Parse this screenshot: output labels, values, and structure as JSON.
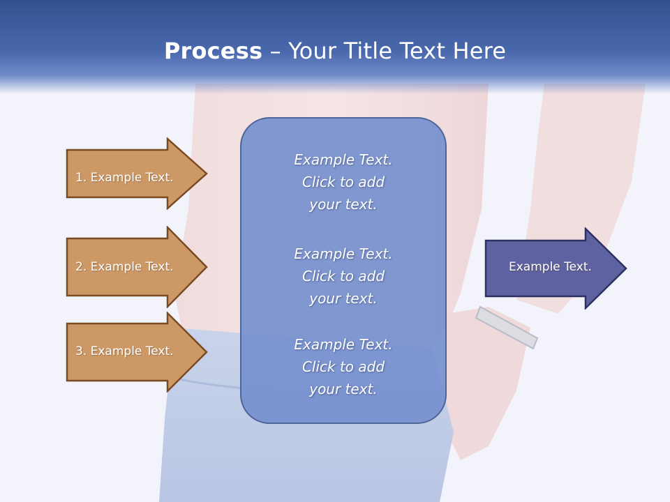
{
  "title": {
    "bold": "Process",
    "rest": " – Your Title Text Here"
  },
  "steps": [
    {
      "label": "1. Example Text."
    },
    {
      "label": "2. Example Text."
    },
    {
      "label": "3. Example Text."
    }
  ],
  "center_blocks": [
    {
      "line1": "Example Text.",
      "line2": "Click  to add",
      "line3": "your text."
    },
    {
      "line1": "Example Text.",
      "line2": "Click  to add",
      "line3": "your text."
    },
    {
      "line1": "Example Text.",
      "line2": "Click  to add",
      "line3": "your text."
    }
  ],
  "output": {
    "label": "Example Text."
  },
  "colors": {
    "step_arrow_fill": "#cc9966",
    "step_arrow_stroke": "#7a4a22",
    "center_box_fill": "#7690ce",
    "output_arrow_fill": "#5f62a0",
    "output_arrow_stroke": "#2f3162",
    "header": "#3a5597"
  }
}
